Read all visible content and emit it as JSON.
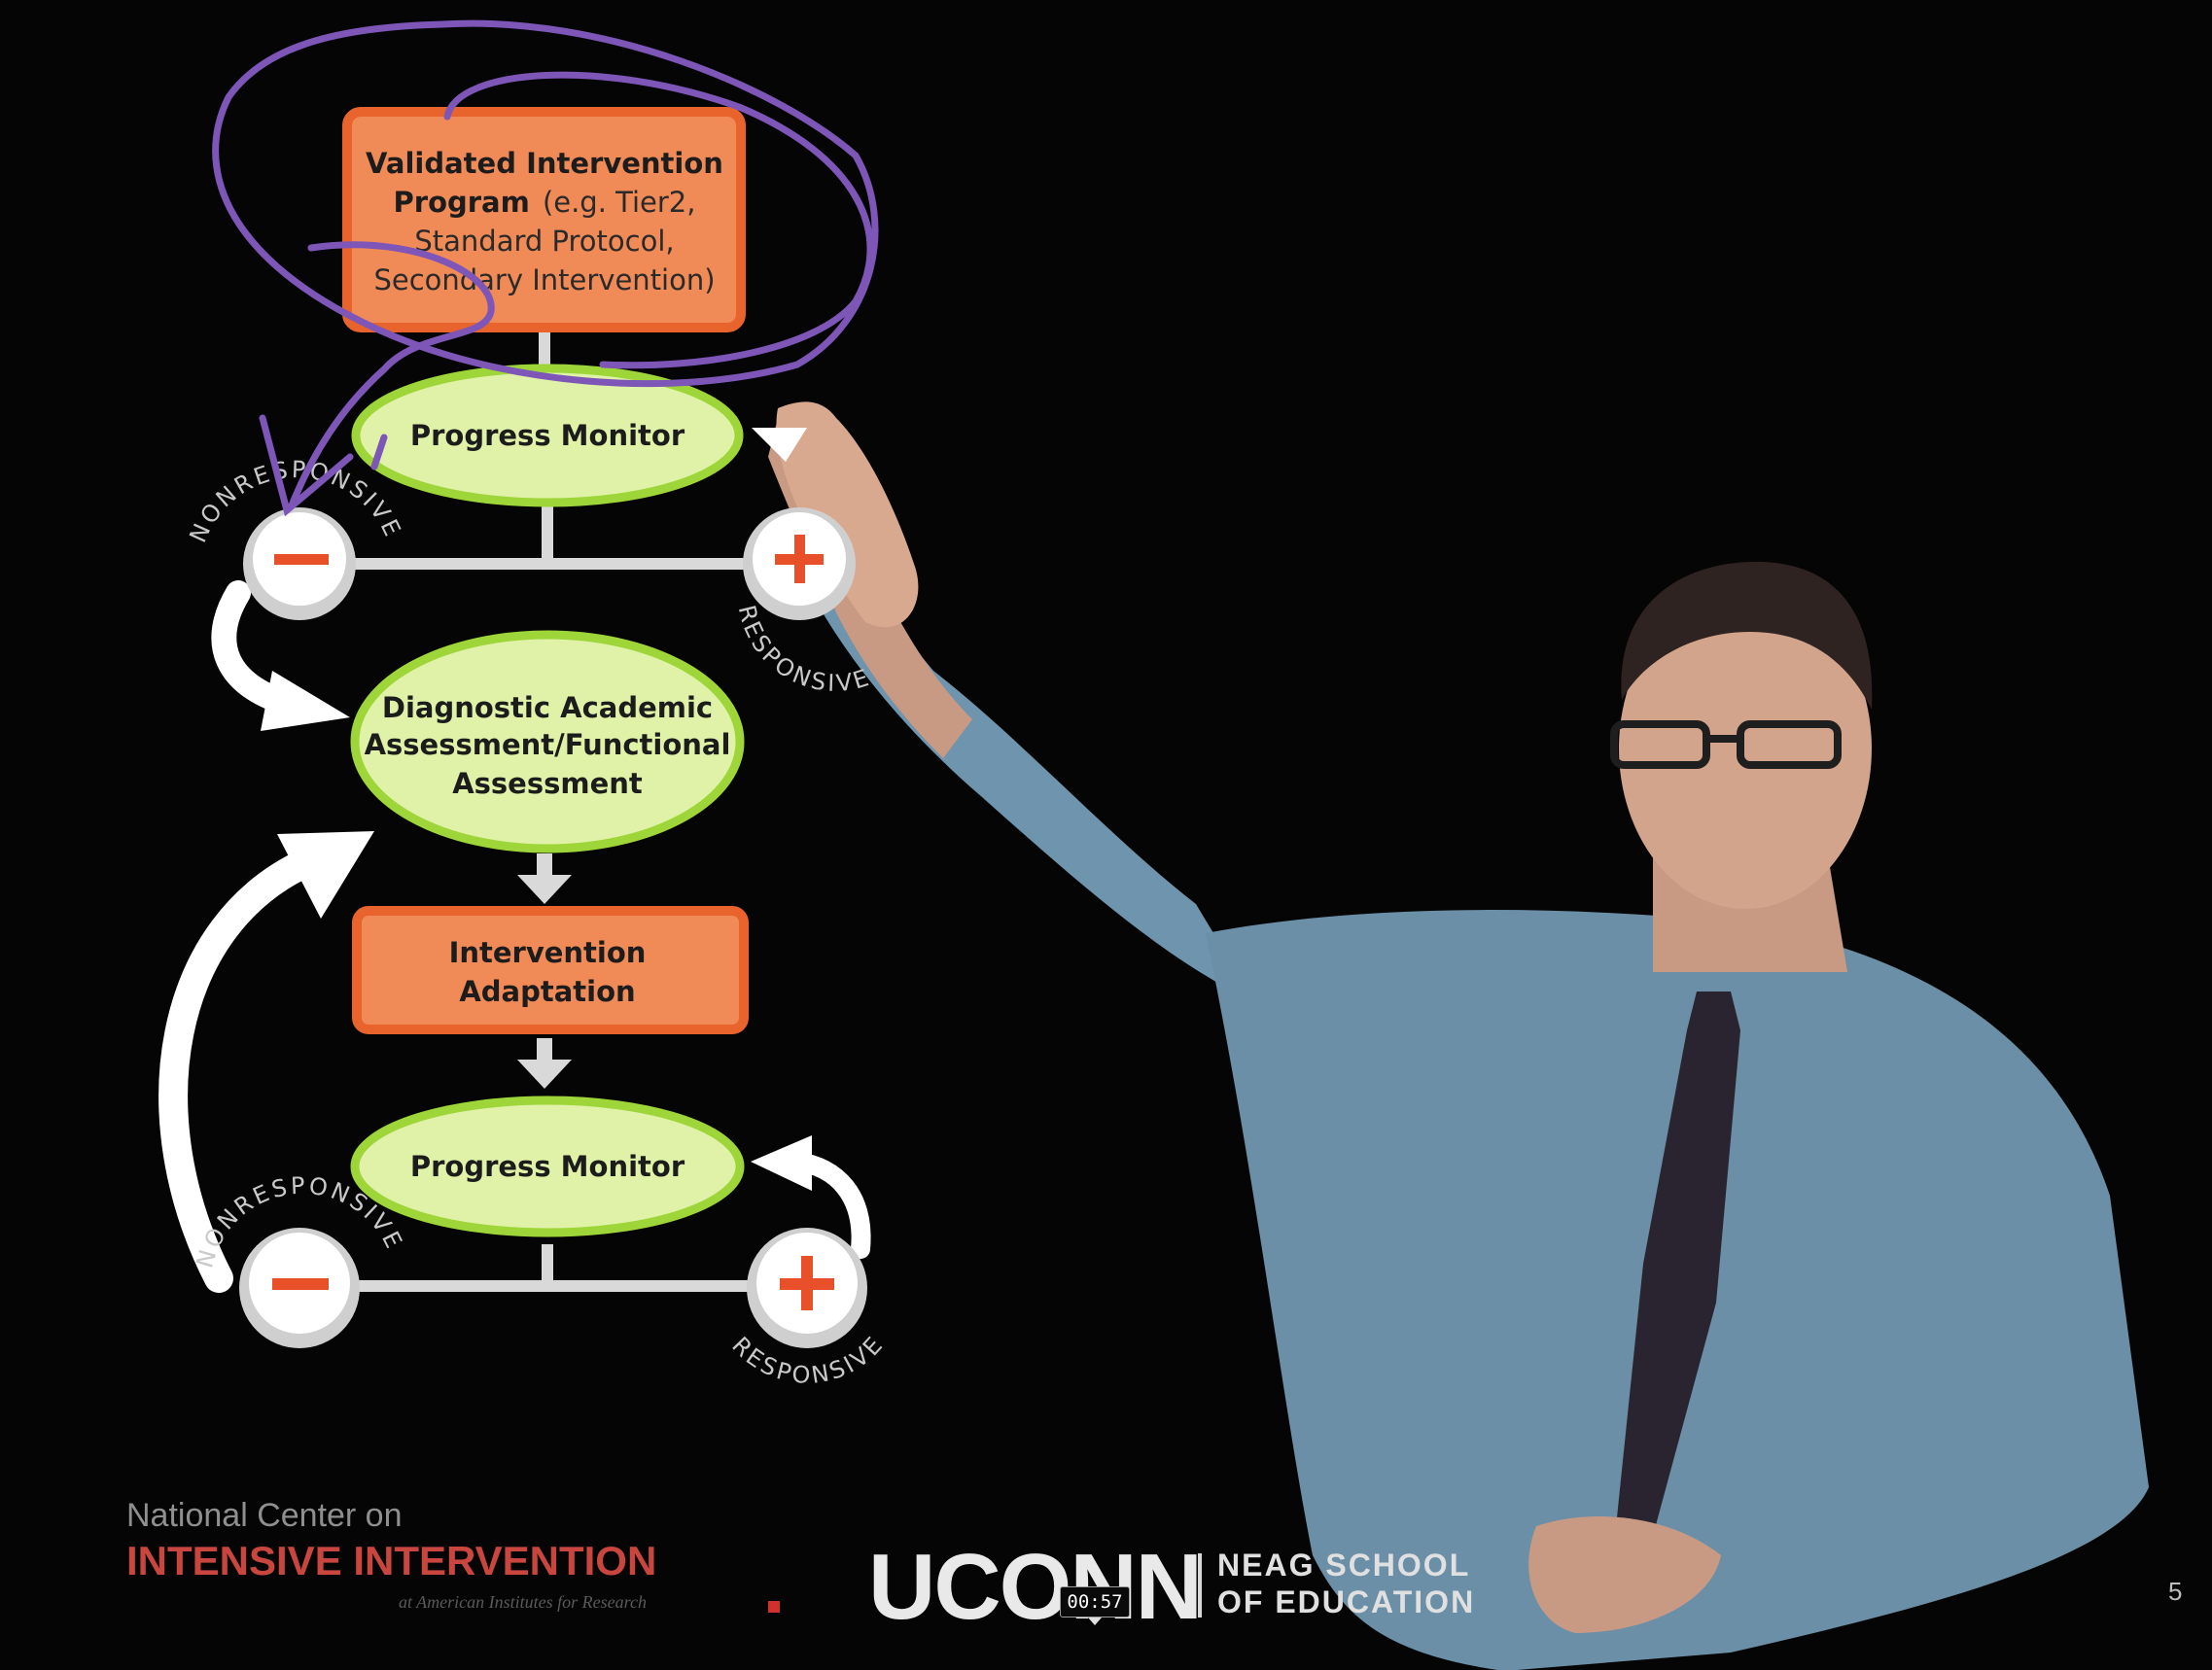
{
  "diagram": {
    "top_box": {
      "bold_lines": [
        "Validated Intervention",
        "Program"
      ],
      "inline_rest": "(e.g. Tier2,",
      "rest_lines": [
        "Standard Protocol,",
        "Secondary Intervention)"
      ]
    },
    "progress_monitor_top": "Progress Monitor",
    "diagnostic": [
      "Diagnostic Academic",
      "Assessment/Functional",
      "Assessment"
    ],
    "adaptation": [
      "Intervention",
      "Adaptation"
    ],
    "progress_monitor_bottom": "Progress Monitor",
    "nonresponsive_label": "NONRESPONSIVE",
    "responsive_label": "RESPONSIVE",
    "minus_symbol": "−",
    "plus_symbol": "+"
  },
  "branding": {
    "nci_line1": "National Center on",
    "nci_line2": "INTENSIVE INTERVENTION",
    "nci_tagline": "at American Institutes for Research",
    "uconn": "UCONN",
    "neag_line1": "NEAG SCHOOL",
    "neag_line2": "OF EDUCATION"
  },
  "slide_number": "5",
  "video_timestamp": "00:57",
  "colors": {
    "orange_box": "#f08a57",
    "orange_border": "#e8642c",
    "green_ellipse": "#dff2a8",
    "green_border": "#9ed63a",
    "connector": "#d9d9d9",
    "minus_color": "#e8502a",
    "annotation_ink": "#7d56b8",
    "brand_red": "#c9463e"
  }
}
